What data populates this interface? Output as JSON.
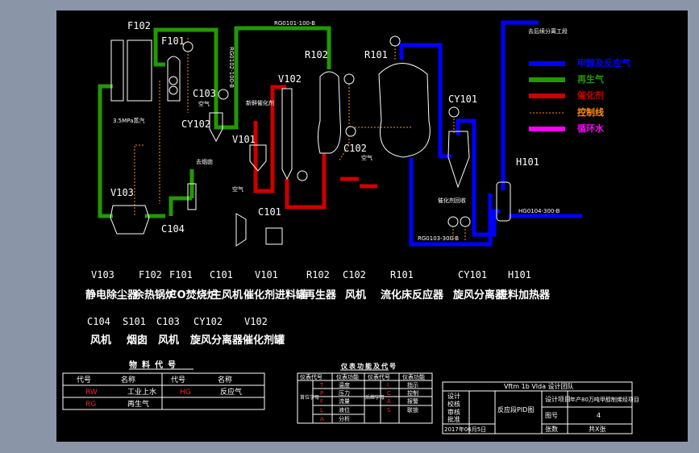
{
  "colors": {
    "background": "#000000",
    "frame": "#8a96a8",
    "methanol": "#0000ff",
    "regen_gas": "#229900",
    "catalyst": "#cc0000",
    "control": "#ff8c1a",
    "water": "#ff00ff"
  },
  "legend": [
    {
      "label": "甲醇及反应气",
      "color": "#0000ff"
    },
    {
      "label": "再生气",
      "color": "#229900"
    },
    {
      "label": "催化剂",
      "color": "#cc0000"
    },
    {
      "label": "控制线",
      "color": "#ff8c1a"
    },
    {
      "label": "循环水",
      "color": "#ff00ff"
    }
  ],
  "diagram_tags": {
    "F102": "F102",
    "F101": "F101",
    "C103": "C103",
    "CY102": "CY102",
    "V101": "V101",
    "V102": "V102",
    "R102": "R102",
    "R101": "R101",
    "CY101": "CY101",
    "H101": "H101",
    "V103": "V103",
    "C104": "C104",
    "C101": "C101",
    "C102": "C102"
  },
  "pipe_labels": {
    "regen_top": "RG0101-100-B",
    "rg_vertical": "RG0102-100-B",
    "hg_bottom": "RG0103-300-B",
    "hg_right": "HG0104-300-B",
    "air": "空气",
    "air2": "空气",
    "air3": "空气",
    "to_stack": "去烟囱",
    "catalyst_feed": "新鲜催化剂",
    "to_cy": "去后续分离工段",
    "steam": "3.5MPa蒸汽",
    "cat_out": "催化剂回收"
  },
  "equipment_list": {
    "row1": [
      {
        "tag": "V103",
        "name": "静电除尘器"
      },
      {
        "tag": "F102",
        "name": "余热锅炉"
      },
      {
        "tag": "F101",
        "name": "CO焚烧炉"
      },
      {
        "tag": "C101",
        "name": "主风机"
      },
      {
        "tag": "V101",
        "name": "催化剂进料罐"
      },
      {
        "tag": "R102",
        "name": "再生器"
      },
      {
        "tag": "C102",
        "name": "风机"
      },
      {
        "tag": "R101",
        "name": "流化床反应器"
      },
      {
        "tag": "CY101",
        "name": "旋风分离器"
      },
      {
        "tag": "H101",
        "name": "进料加热器"
      }
    ],
    "row2": [
      {
        "tag": "C104",
        "name": "风机"
      },
      {
        "tag": "S101",
        "name": "烟囱"
      },
      {
        "tag": "C103",
        "name": "风机"
      },
      {
        "tag": "CY102",
        "name": "旋风分离器"
      },
      {
        "tag": "V102",
        "name": "催化剂罐"
      }
    ]
  },
  "material_table": {
    "title": "物料代号",
    "headers": [
      "代号",
      "名称",
      "代号",
      "名称"
    ],
    "rows": [
      [
        "RW",
        "工业上水",
        "HG",
        "反应气"
      ],
      [
        "RG",
        "再生气",
        "",
        ""
      ]
    ]
  },
  "instrument_table": {
    "title": "仪表功能及代号",
    "headers": [
      "仪表代号",
      "仪表功能",
      "仪表代号",
      "仪表功能"
    ],
    "group1": "首位字母",
    "group2": "后继字母",
    "rows": [
      [
        "T",
        "温度",
        "I",
        "指示"
      ],
      [
        "P",
        "压力",
        "C",
        "控制"
      ],
      [
        "F",
        "流量",
        "A",
        "报警"
      ],
      [
        "L",
        "液位",
        "S",
        "联锁"
      ],
      [
        "A",
        "分析",
        "",
        ""
      ]
    ]
  },
  "title_block": {
    "team": "Vftm 1b Vlda 设计团队",
    "drawing": "反应段PID图",
    "project_label": "设计项目",
    "project": "年产80万吨甲醇制烯烃项目",
    "no_label": "图号",
    "no": "4",
    "date": "2017年06月5日",
    "sheets_label": "张数",
    "sheets": "共X张",
    "roles": [
      "设计",
      "校核",
      "审核",
      "批准"
    ]
  }
}
